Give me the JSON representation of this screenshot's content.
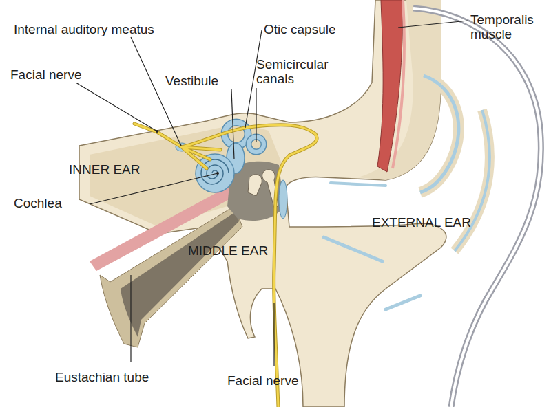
{
  "diagram": {
    "labels": [
      "Internal auditory meatus",
      "Otic capsule",
      "Temporalis muscle",
      "Facial nerve",
      "Vestibule",
      "Semicircular canals",
      "INNER EAR",
      "Cochlea",
      "EXTERNAL EAR",
      "MIDDLE EAR",
      "Eustachian tube",
      "Facial nerve"
    ]
  }
}
